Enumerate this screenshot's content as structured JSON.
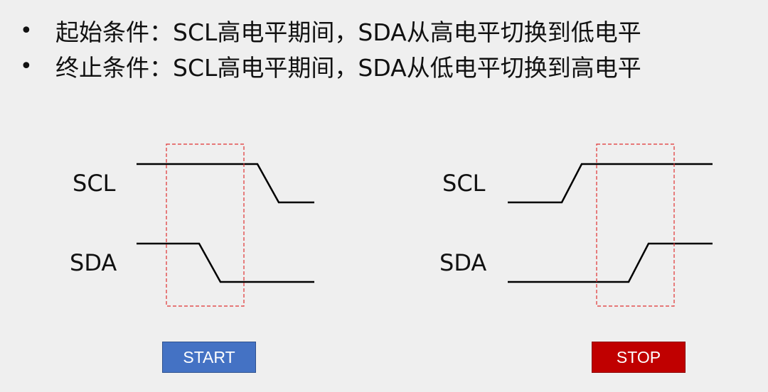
{
  "bullets": [
    {
      "symbol": "•",
      "text": "起始条件：SCL高电平期间，SDA从高电平切换到低电平"
    },
    {
      "symbol": "•",
      "text": "终止条件：SCL高电平期间，SDA从低电平切换到高电平"
    }
  ],
  "start_diagram": {
    "scl_label": "SCL",
    "sda_label": "SDA",
    "button_label": "START",
    "button_color": "#4472c4"
  },
  "stop_diagram": {
    "scl_label": "SCL",
    "sda_label": "SDA",
    "button_label": "STOP",
    "button_color": "#c00000"
  },
  "colors": {
    "signal_line": "#000000",
    "highlight_box": "#e03030",
    "background": "#efefef"
  }
}
